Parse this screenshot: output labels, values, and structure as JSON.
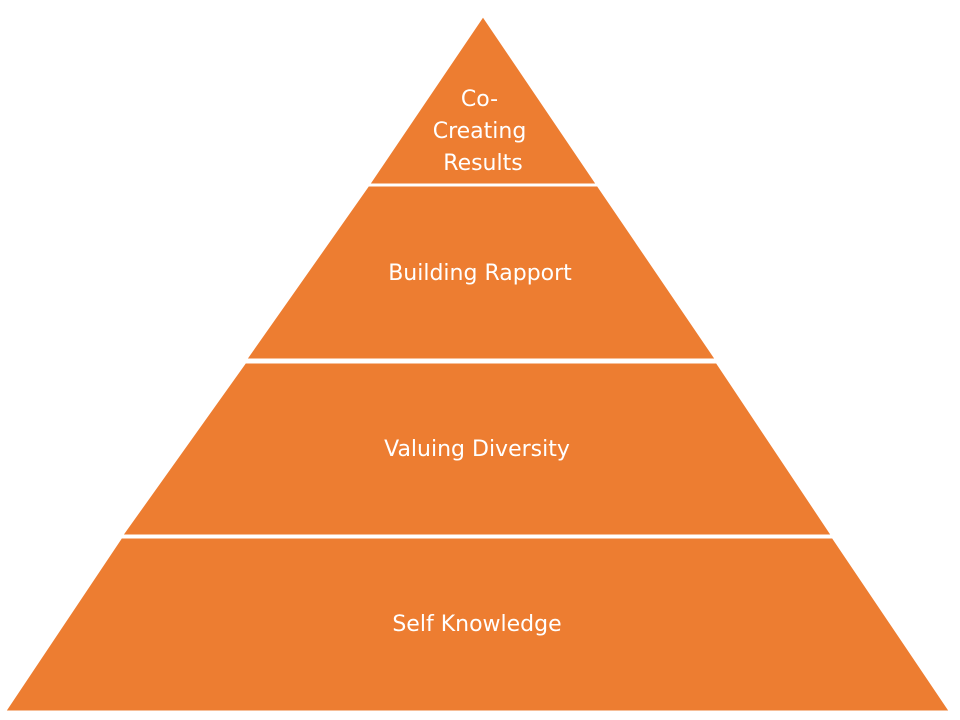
{
  "diagram": {
    "fill_color": "#ED7D31",
    "separator_color": "#FFFFFF",
    "tiers": [
      {
        "label_lines": [
          "Co-",
          "Creating",
          "Results"
        ]
      },
      {
        "label_lines": [
          "Building Rapport"
        ]
      },
      {
        "label_lines": [
          "Valuing Diversity"
        ]
      },
      {
        "label_lines": [
          "Self Knowledge"
        ]
      }
    ]
  }
}
